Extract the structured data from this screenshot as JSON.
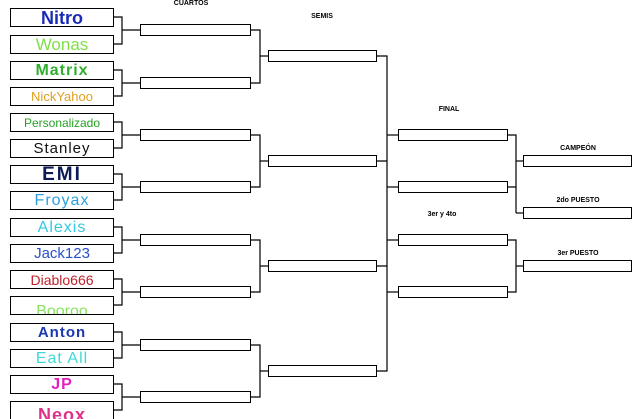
{
  "headers": {
    "cuartos": "CUARTOS",
    "semis": "SEMIS",
    "final": "FINAL",
    "tercero_cuarto": "3er y 4to",
    "campeon": "CAMPEÓN",
    "segundo": "2do PUESTO",
    "tercero": "3er PUESTO"
  },
  "players": [
    {
      "name": "Nitro",
      "color": "#1a2bb8"
    },
    {
      "name": "Wonas",
      "color": "#7fe04a"
    },
    {
      "name": "Matrix",
      "color": "#2fae2f"
    },
    {
      "name": "NickYahoo",
      "color": "#e0a020"
    },
    {
      "name": "Personalizado",
      "color": "#25a125"
    },
    {
      "name": "Stanley",
      "color": "#111111"
    },
    {
      "name": "EMI",
      "color": "#0c1a55"
    },
    {
      "name": "Froyax",
      "color": "#2aa0dd"
    },
    {
      "name": "Alexis",
      "color": "#33c8e0"
    },
    {
      "name": "Jack123",
      "color": "#2850c8"
    },
    {
      "name": "Diablo666",
      "color": "#c0202a"
    },
    {
      "name": "Booroo",
      "color": "#8ae060"
    },
    {
      "name": "Anton",
      "color": "#1a38b0"
    },
    {
      "name": "Eat All",
      "color": "#40d8d8"
    },
    {
      "name": "JP",
      "color": "#e020c0"
    },
    {
      "name": "Neox",
      "color": "#e0308a"
    }
  ]
}
